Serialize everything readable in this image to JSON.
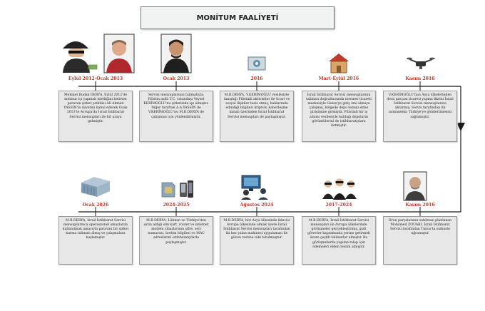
{
  "title": "MONİTUM FAALİYETİ",
  "top_events": [
    {
      "label": "Eylül 2012-Ocak 2013",
      "icon": "spy-with-money-and-portrait-icon",
      "text": "Mehmet Budak DERYA, Eylül 2012'de meimur içi yapmak istediğini belirten paravan şirket yetkilisi Ali Ahmed YASSİN'in davetini kabul ederek Ocak 2013'te Avrupa'da İsrail İstihbarat Servisi mensupları ile bir araya gelmiştir."
    },
    {
      "label": "Ocak 2013",
      "icon": "man-portrait-icon",
      "text": "Servisi mensuplarının talimatıyla, Filistin asıllı T.C. vatandaşı Veysel KERİMOĞLU'nu şirketinde işe almıştır. Diğer taraftan A.A.YASSİN de V.KERİMOĞLU'nu M.B.DERYA ile çalışması için yönlendirmiştir."
    },
    {
      "label": "2016",
      "icon": "document-icon",
      "text": "M.B.DERYA, V.KERİMOĞLU vesilesiyle tanıştığı Filistinli aktivistler ile ticari ve sosyal ilişkiler tesis etmiş, haklarında edindiği bilgileri kriptolu haberleşme kanalı üzerinden İsrail İstihbarat Servisi mensupları ile paylaşmıştır."
    },
    {
      "label": "Mart-Eylül 2016",
      "icon": "box-house-icon",
      "text": "İsrail İstihbarat Servisi mensuplarının talimatı doğrultusunda mermer ticareti maskesiyle Gazze'ye giriş izni almaya çalışmış, bölgede depo temini etme girişimine girmiştir. Filistinli bir iş adamı vesilesiyle baldağı depoların görüntülerini de istihbaratçılara iletmiştir."
    },
    {
      "label": "Kasım 2016",
      "icon": "drone-icon",
      "text": "V.KERİMOĞLU'nun Asya ülkelerinden dron parçası ticareti yapma fikrini İsrail İstihbarat Servisi mensuplarına aktarmış, Servis tarafından ilk numunenin Türkiye'ye gönderilmesini sağlamıştır."
    }
  ],
  "bottom_events": [
    {
      "label": "Ocak 2026",
      "icon": "servers-icon",
      "text": "M.B.DERYA, İsrail İstihbarat Servisi mensuplarınca operasyonel amaçlarda kullanılmak amacıyla paravan bir şirket kurma talimatı almış ve çalışmalara başlamıştır."
    },
    {
      "label": "2024-2025",
      "icon": "sim-card-phone-icon",
      "text": "M.B.DERYA, Lübnan ve Türkiye'den satın aldığı sim kart, router ve internet modem cihazlarının şifre, seri numarası, üretim bilgileri ve MAC adreslerini istihbaratçılarla paylaşmıştır."
    },
    {
      "label": "Ağustos 2024",
      "icon": "computer-users-icon",
      "text": "M.B.DERYA, biri Asya ülkesinde ikincisi Avrupa ülkesinde olmak üzere İsrail İstihbarat Servisi mensupları tarafından iki kez yalan makinesi uygulaması ile güven testine tabi tutulmuştur."
    },
    {
      "label": "2017-2024",
      "icon": "agents-group-icon",
      "text": "M.B.DERYA, İsrail İstihbarat Servisi mensupları ile Avrupa ülkelerinde görüşmeler gerçekleştirmiş, gizli görevler kapsamında yerine getirmek üzere çeşitli talimatlar almıştır. Bu görüşmelerde yapılan talep için ödemeleri elden teslim almıştır."
    },
    {
      "label": "Kasım 2016",
      "icon": "bald-man-portrait-icon",
      "text": "Dron parçalarının satılması planlanan Mohamed ZOUARI, İsrail İstihbarat Servisi tarafından Tunus'ta suikaste uğramıştır."
    }
  ],
  "colors": {
    "label": "#c0392b",
    "box": "#e7e7e7",
    "line": "#1a1a1a"
  }
}
